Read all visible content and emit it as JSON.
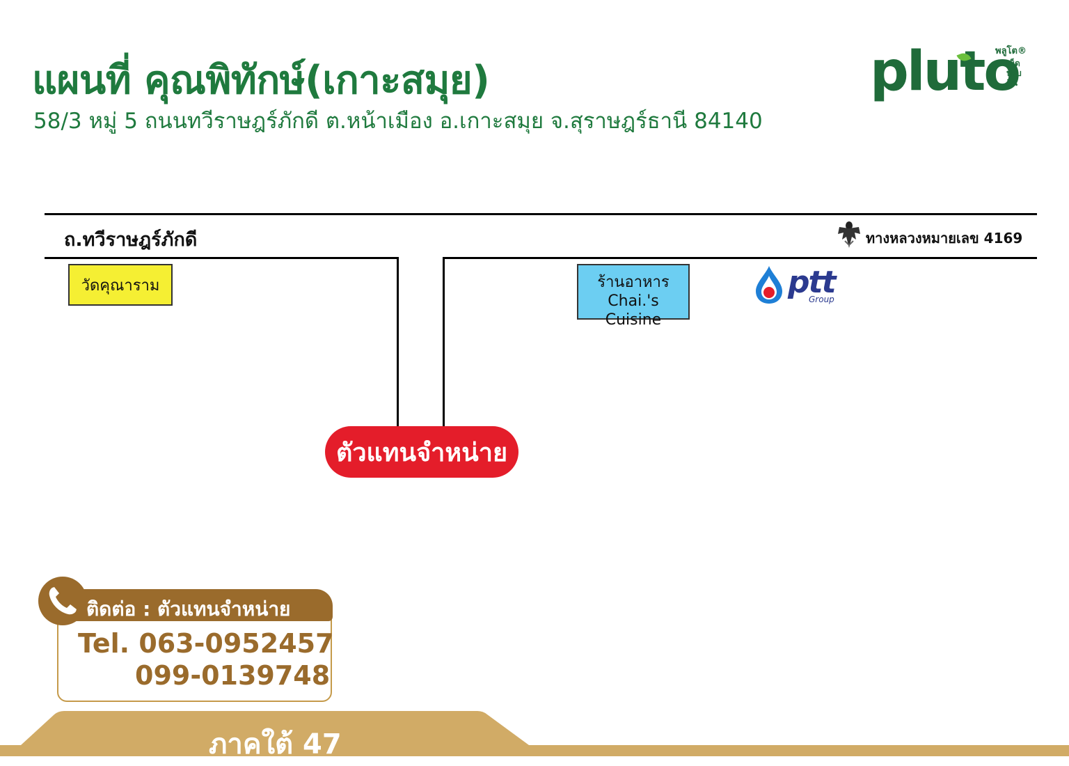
{
  "header": {
    "title": "แผนที่ คุณพิทักษ์(เกาะสมุย)",
    "address": "58/3 หมู่ 5 ถนนทวีราษฎร์ภักดี ต.หน้าเมือง อ.เกาะสมุย จ.สุราษฎร์ธานี 84140"
  },
  "logo": {
    "brand": "pluto",
    "thai_name": "พลูโต®",
    "tagline_lines": [
      "เม็ด",
      "ปรับ",
      "ดิน"
    ]
  },
  "map": {
    "road_name": "ถ.ทวีราษฎร์ภักดี",
    "highway_label": "ทางหลวงหมายเลข 4169",
    "landmarks": {
      "temple": "วัดคุณาราม",
      "restaurant_line1": "ร้านอาหาร",
      "restaurant_line2": "Chai.'s Cuisine",
      "gas_station_brand": "ptt",
      "gas_station_sub": "Group"
    },
    "destination": "ตัวแทนจำหน่าย"
  },
  "contact": {
    "label": "ติดต่อ : ตัวแทนจำหน่าย",
    "tel_line1": "Tel. 063-0952457",
    "tel_line2": "099-0139748"
  },
  "footer": {
    "region": "ภาคใต้ 47"
  },
  "colors": {
    "brand_green": "#1f7a3e",
    "dealer_red": "#e41d2a",
    "temple_yellow": "#f5ef33",
    "restaurant_blue": "#6ccef2",
    "contact_brown": "#9a6b2c",
    "footer_gold": "#d1ab66"
  }
}
